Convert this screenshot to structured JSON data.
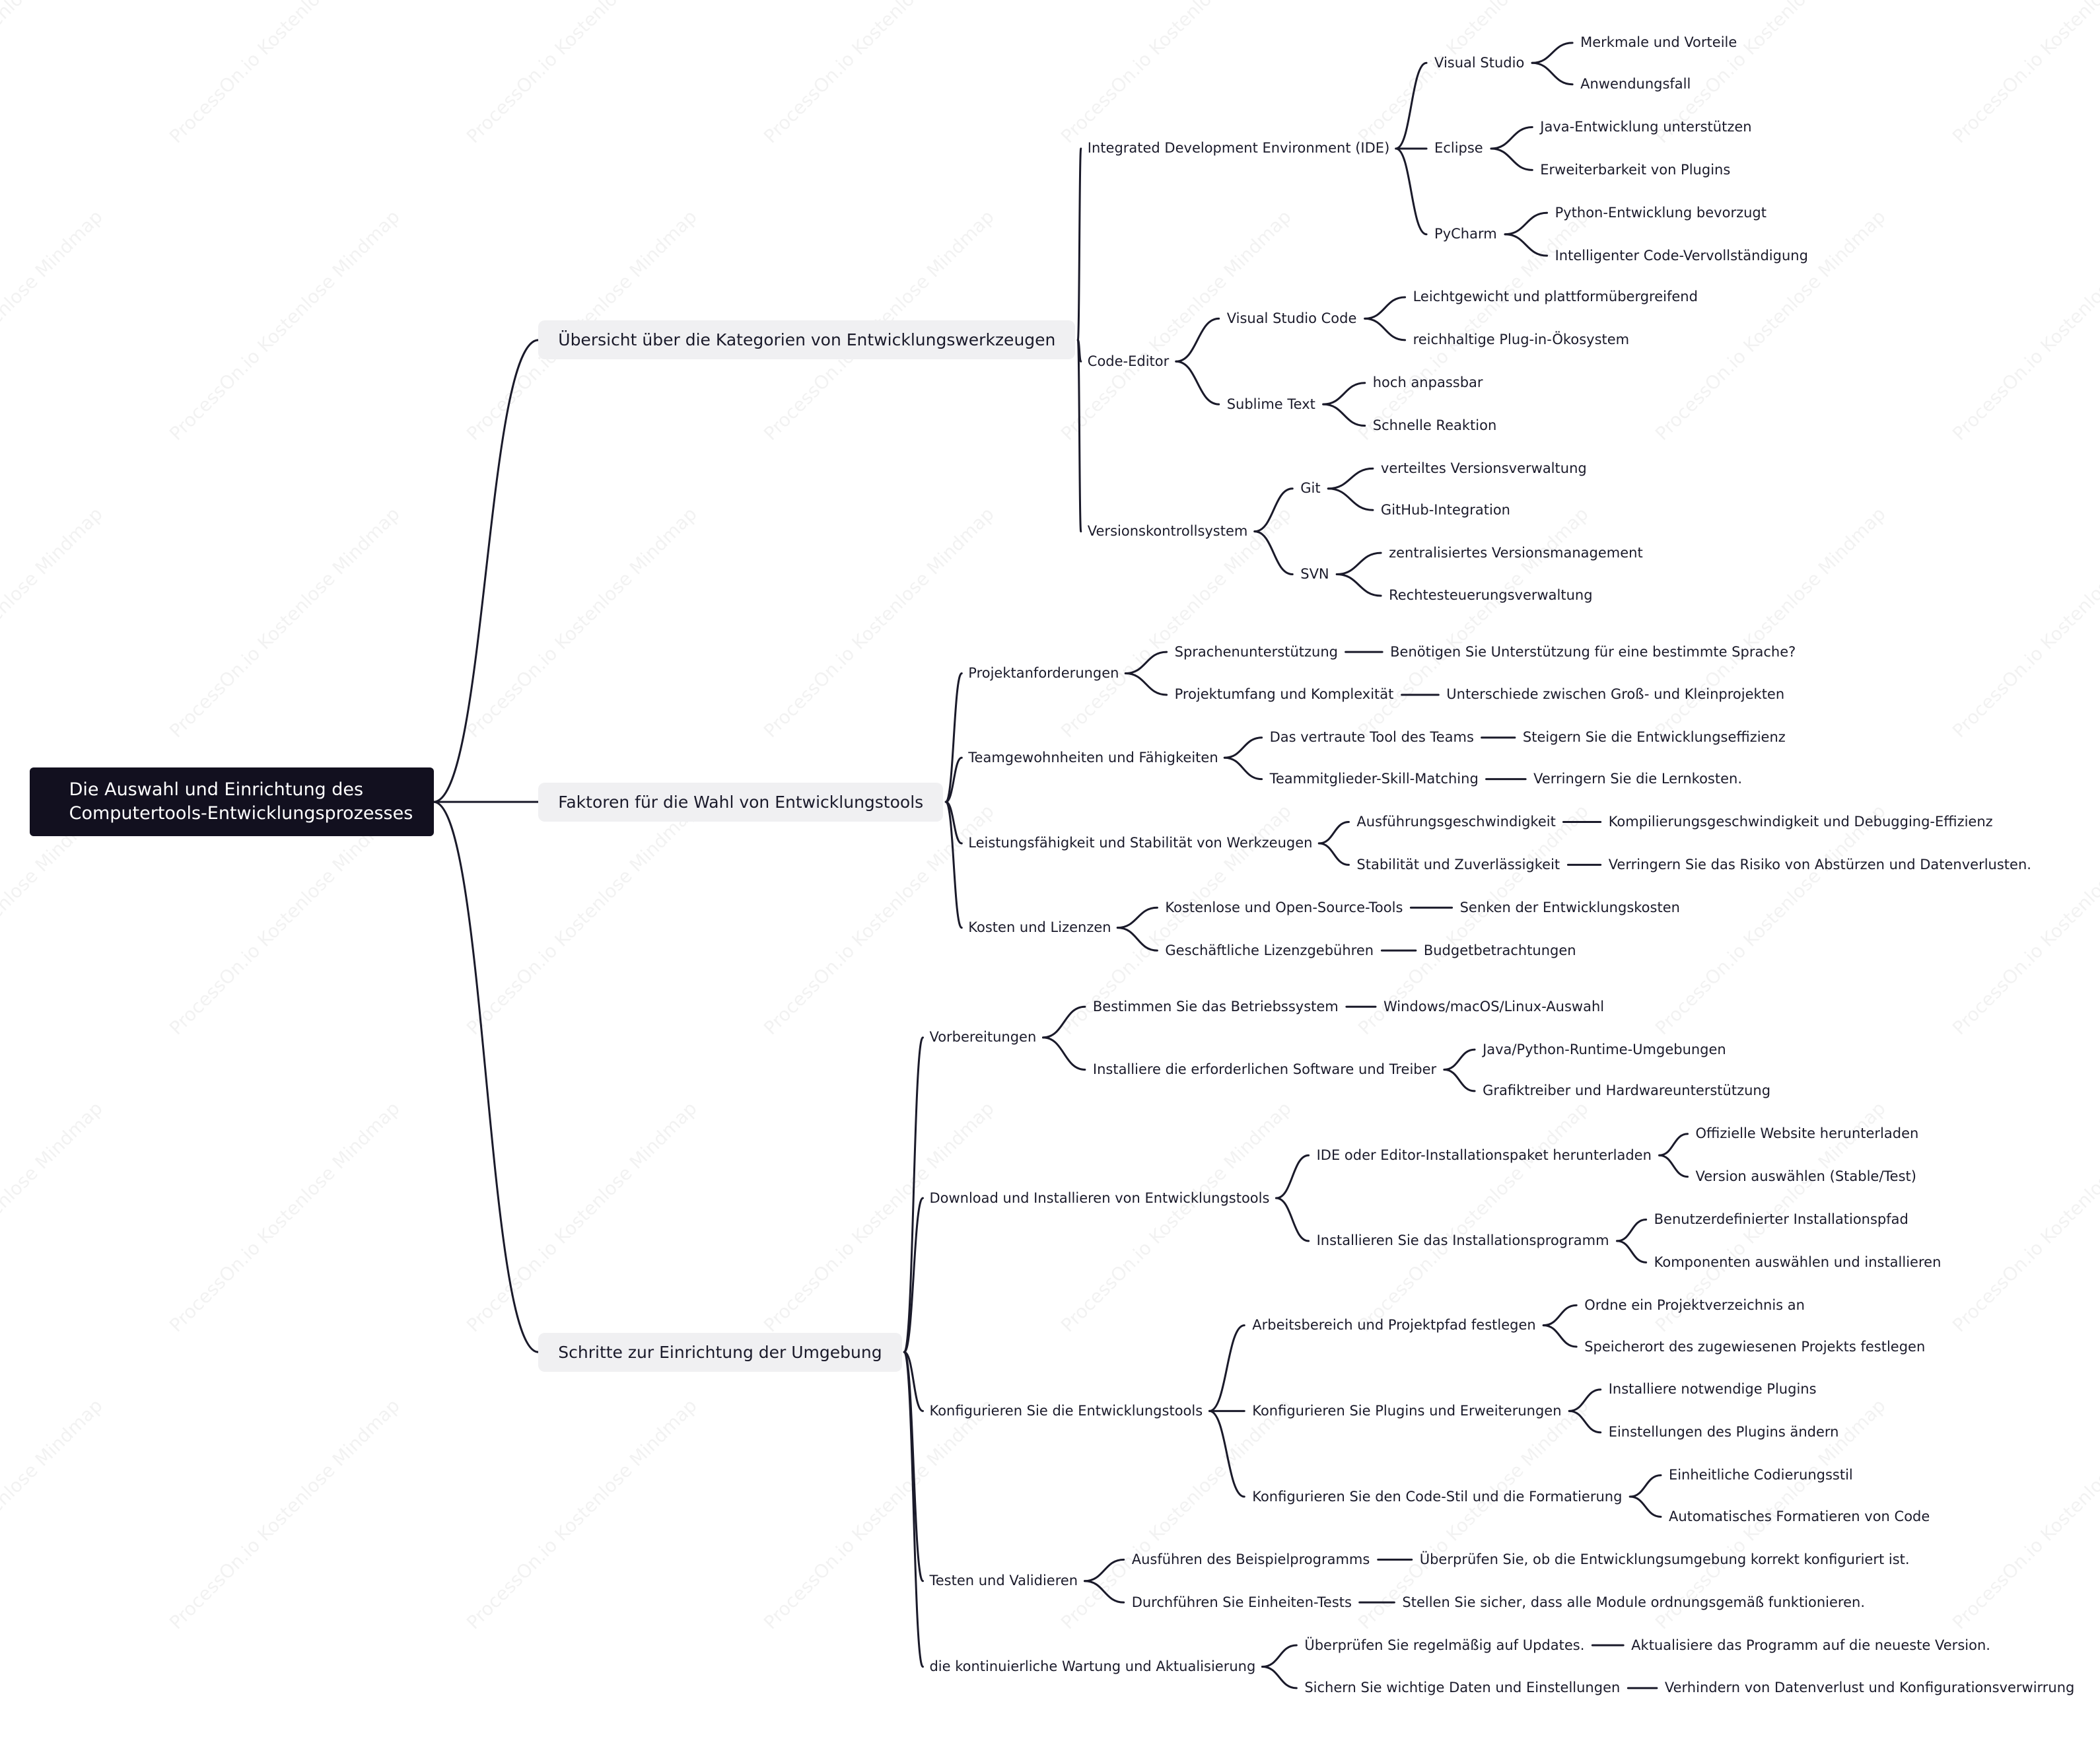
{
  "watermark": "ProcessOn.io Kostenlose Mindmap",
  "colors": {
    "line": "#1a1a2a",
    "root_bg": "#12101f",
    "branch_bg": "#f0f0f2"
  },
  "root": {
    "label": "Die Auswahl und Einrichtung des Computertools-Entwicklungsprozesses",
    "children": [
      {
        "label": "Übersicht über die Kategorien von Entwicklungswerkzeugen",
        "children": [
          {
            "label": "Integrated Development Environment (IDE)",
            "children": [
              {
                "label": "Visual Studio",
                "children": [
                  {
                    "label": "Merkmale und Vorteile"
                  },
                  {
                    "label": "Anwendungsfall"
                  }
                ]
              },
              {
                "label": "Eclipse",
                "children": [
                  {
                    "label": "Java-Entwicklung unterstützen"
                  },
                  {
                    "label": "Erweiterbarkeit von Plugins"
                  }
                ]
              },
              {
                "label": "PyCharm",
                "children": [
                  {
                    "label": "Python-Entwicklung bevorzugt"
                  },
                  {
                    "label": "Intelligenter Code-Vervollständigung"
                  }
                ]
              }
            ]
          },
          {
            "label": "Code-Editor",
            "children": [
              {
                "label": "Visual Studio Code",
                "children": [
                  {
                    "label": "Leichtgewicht und plattformübergreifend"
                  },
                  {
                    "label": "reichhaltige Plug-in-Ökosystem"
                  }
                ]
              },
              {
                "label": "Sublime Text",
                "children": [
                  {
                    "label": "hoch anpassbar"
                  },
                  {
                    "label": "Schnelle Reaktion"
                  }
                ]
              }
            ]
          },
          {
            "label": "Versionskontrollsystem",
            "children": [
              {
                "label": "Git",
                "children": [
                  {
                    "label": "verteiltes Versionsverwaltung"
                  },
                  {
                    "label": "GitHub-Integration"
                  }
                ]
              },
              {
                "label": "SVN",
                "children": [
                  {
                    "label": "zentralisiertes Versionsmanagement"
                  },
                  {
                    "label": "Rechtesteuerungsverwaltung"
                  }
                ]
              }
            ]
          }
        ]
      },
      {
        "label": "Faktoren für die Wahl von Entwicklungstools",
        "children": [
          {
            "label": "Projektanforderungen",
            "children": [
              {
                "label": "Sprachenunterstützung",
                "children": [
                  {
                    "label": "Benötigen Sie Unterstützung für eine bestimmte Sprache?"
                  }
                ]
              },
              {
                "label": "Projektumfang und Komplexität",
                "children": [
                  {
                    "label": "Unterschiede zwischen Groß- und Kleinprojekten"
                  }
                ]
              }
            ]
          },
          {
            "label": "Teamgewohnheiten und Fähigkeiten",
            "children": [
              {
                "label": "Das vertraute Tool des Teams",
                "children": [
                  {
                    "label": "Steigern Sie die Entwicklungseffizienz"
                  }
                ]
              },
              {
                "label": "Teammitglieder-Skill-Matching",
                "children": [
                  {
                    "label": "Verringern Sie die Lernkosten."
                  }
                ]
              }
            ]
          },
          {
            "label": "Leistungsfähigkeit und Stabilität von Werkzeugen",
            "children": [
              {
                "label": "Ausführungsgeschwindigkeit",
                "children": [
                  {
                    "label": "Kompilierungsgeschwindigkeit und Debugging-Effizienz"
                  }
                ]
              },
              {
                "label": "Stabilität und Zuverlässigkeit",
                "children": [
                  {
                    "label": "Verringern Sie das Risiko von Abstürzen und Datenverlusten."
                  }
                ]
              }
            ]
          },
          {
            "label": "Kosten und Lizenzen",
            "children": [
              {
                "label": "Kostenlose und Open-Source-Tools",
                "children": [
                  {
                    "label": "Senken der Entwicklungskosten"
                  }
                ]
              },
              {
                "label": "Geschäftliche Lizenzgebühren",
                "children": [
                  {
                    "label": "Budgetbetrachtungen"
                  }
                ]
              }
            ]
          }
        ]
      },
      {
        "label": "Schritte zur Einrichtung der Umgebung",
        "children": [
          {
            "label": "Vorbereitungen",
            "children": [
              {
                "label": "Bestimmen Sie das Betriebssystem",
                "children": [
                  {
                    "label": "Windows/macOS/Linux-Auswahl"
                  }
                ]
              },
              {
                "label": "Installiere die erforderlichen Software und Treiber",
                "children": [
                  {
                    "label": "Java/Python-Runtime-Umgebungen"
                  },
                  {
                    "label": "Grafiktreiber und Hardwareunterstützung"
                  }
                ]
              }
            ]
          },
          {
            "label": "Download und Installieren von Entwicklungstools",
            "children": [
              {
                "label": "IDE oder Editor-Installationspaket herunterladen",
                "children": [
                  {
                    "label": "Offizielle Website herunterladen"
                  },
                  {
                    "label": "Version auswählen (Stable/Test)"
                  }
                ]
              },
              {
                "label": "Installieren Sie das Installationsprogramm",
                "children": [
                  {
                    "label": "Benutzerdefinierter Installationspfad"
                  },
                  {
                    "label": "Komponenten auswählen und installieren"
                  }
                ]
              }
            ]
          },
          {
            "label": "Konfigurieren Sie die Entwicklungstools",
            "children": [
              {
                "label": "Arbeitsbereich und Projektpfad festlegen",
                "children": [
                  {
                    "label": "Ordne ein Projektverzeichnis an"
                  },
                  {
                    "label": "Speicherort des zugewiesenen Projekts festlegen"
                  }
                ]
              },
              {
                "label": "Konfigurieren Sie Plugins und Erweiterungen",
                "children": [
                  {
                    "label": "Installiere notwendige Plugins"
                  },
                  {
                    "label": "Einstellungen des Plugins ändern"
                  }
                ]
              },
              {
                "label": "Konfigurieren Sie den Code-Stil und die Formatierung",
                "children": [
                  {
                    "label": "Einheitliche Codierungsstil"
                  },
                  {
                    "label": "Automatisches Formatieren von Code"
                  }
                ]
              }
            ]
          },
          {
            "label": "Testen und Validieren",
            "children": [
              {
                "label": "Ausführen des Beispielprogramms",
                "children": [
                  {
                    "label": "Überprüfen Sie, ob die Entwicklungsumgebung korrekt konfiguriert ist."
                  }
                ]
              },
              {
                "label": "Durchführen Sie Einheiten-Tests",
                "children": [
                  {
                    "label": "Stellen Sie sicher, dass alle Module ordnungsgemäß funktionieren."
                  }
                ]
              }
            ]
          },
          {
            "label": "die kontinuierliche Wartung und Aktualisierung",
            "children": [
              {
                "label": "Überprüfen Sie regelmäßig auf Updates.",
                "children": [
                  {
                    "label": "Aktualisiere das Programm auf die neueste Version."
                  }
                ]
              },
              {
                "label": "Sichern Sie wichtige Daten und Einstellungen",
                "children": [
                  {
                    "label": "Verhindern von Datenverlust und Konfigurationsverwirrung"
                  }
                ]
              }
            ]
          }
        ]
      }
    ]
  }
}
